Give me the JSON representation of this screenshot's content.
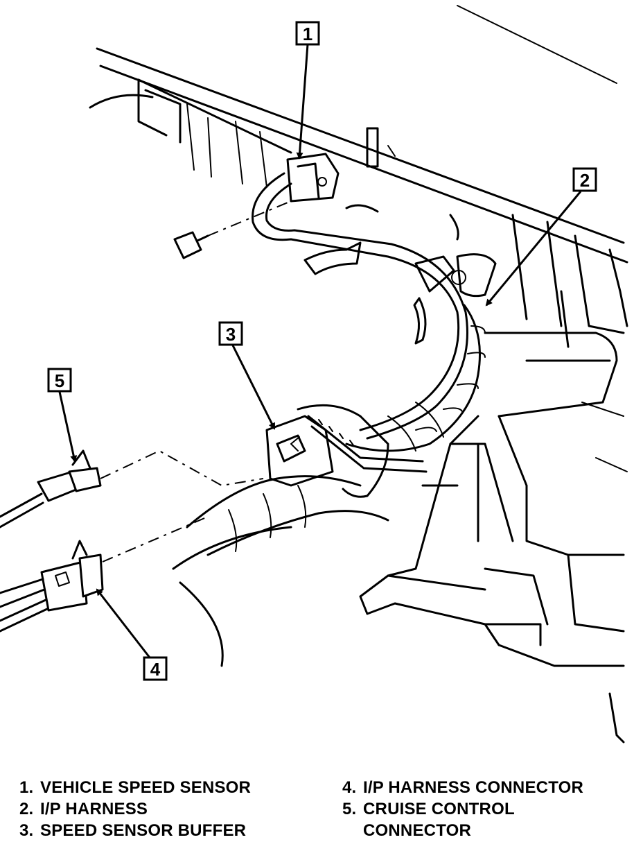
{
  "callouts": [
    {
      "id": "1",
      "label": "1"
    },
    {
      "id": "2",
      "label": "2"
    },
    {
      "id": "3",
      "label": "3"
    },
    {
      "id": "4",
      "label": "4"
    },
    {
      "id": "5",
      "label": "5"
    }
  ],
  "legend": {
    "left": [
      {
        "num": "1.",
        "text": "VEHICLE SPEED SENSOR"
      },
      {
        "num": "2.",
        "text": "I/P HARNESS"
      },
      {
        "num": "3.",
        "text": "SPEED SENSOR BUFFER"
      }
    ],
    "right": [
      {
        "num": "4.",
        "text": "I/P HARNESS CONNECTOR"
      },
      {
        "num": "5.",
        "text": "CRUISE CONTROL\nCONNECTOR"
      }
    ]
  }
}
